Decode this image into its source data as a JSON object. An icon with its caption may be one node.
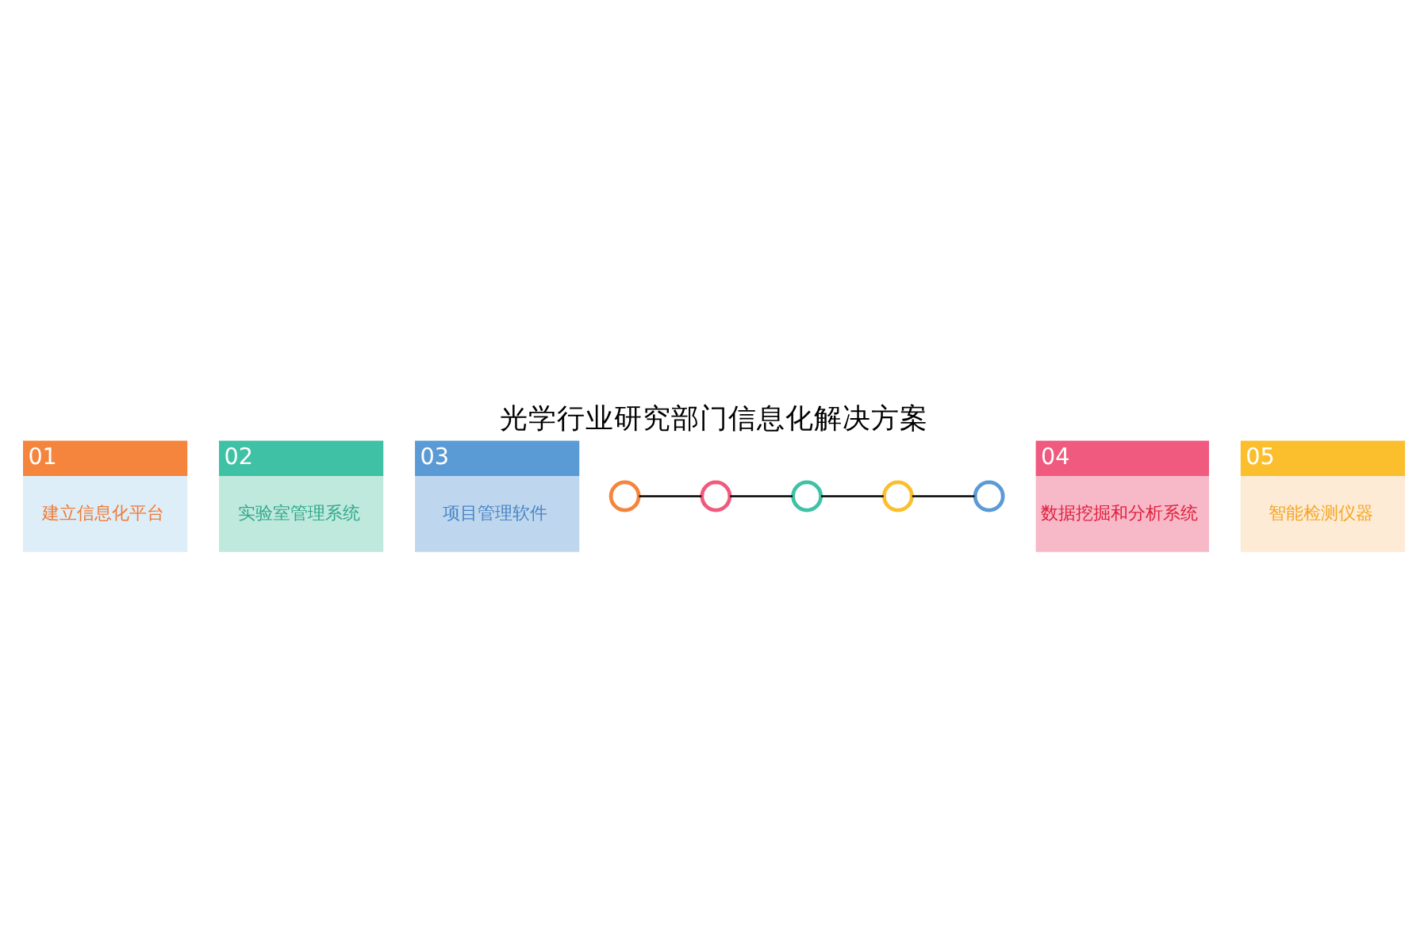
{
  "diagram": {
    "title": "光学行业研究部门信息化解决方案",
    "nodes": [
      {
        "text": [
          "01",
          "建立信息化平台"
        ]
      },
      {
        "text": [
          "02",
          "实验室管理系统"
        ]
      },
      {
        "text": [
          "03",
          "项目管理软件"
        ]
      },
      {
        "text": [],
        "shape": "circle"
      },
      {
        "text": [],
        "shape": "circle"
      },
      {
        "text": [],
        "shape": "circle"
      },
      {
        "text": [],
        "shape": "circle"
      },
      {
        "text": [],
        "shape": "circle"
      },
      {
        "text": [
          "04",
          "数据挖掘和分析系统"
        ]
      },
      {
        "text": [
          "05",
          "智能检测仪器"
        ]
      }
    ],
    "edges": [
      {
        "from": 3,
        "to": 4,
        "arrow": "none"
      },
      {
        "from": 4,
        "to": 5,
        "arrow": "none"
      },
      {
        "from": 5,
        "to": 6,
        "arrow": "none"
      },
      {
        "from": 6,
        "to": 7,
        "arrow": "none"
      }
    ]
  }
}
